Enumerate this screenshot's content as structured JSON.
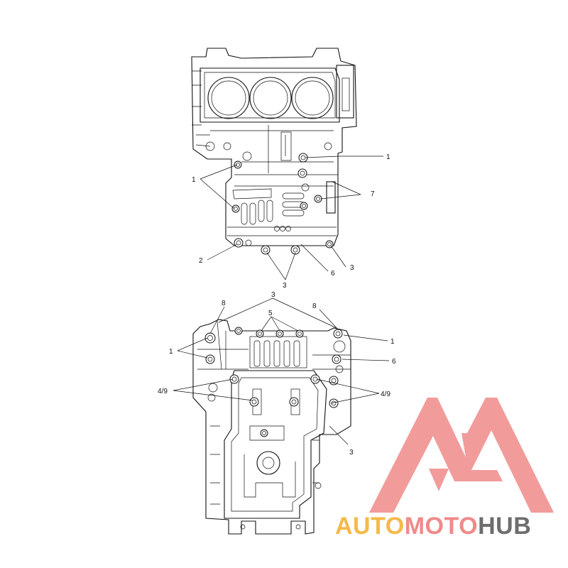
{
  "diagram": {
    "top_view": {
      "callouts": [
        "1",
        "1",
        "7",
        "2",
        "3",
        "6",
        "3"
      ]
    },
    "bottom_view": {
      "callouts": [
        "3",
        "8",
        "8",
        "5",
        "1",
        "1",
        "6",
        "4/9",
        "4/9",
        "3"
      ]
    }
  },
  "watermark": {
    "text_part1": "AUTO",
    "text_part2": "MOTO",
    "text_part3": "HUB",
    "colors": {
      "auto": "#f5b94a",
      "moto": "#f08a8a",
      "hub": "#6d6d6d",
      "logo": "#f08a8a"
    }
  }
}
